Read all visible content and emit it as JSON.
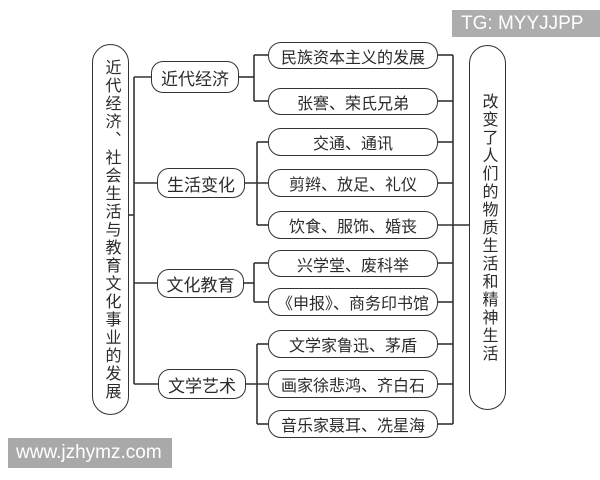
{
  "colors": {
    "bg": "#ffffff",
    "line": "#333333",
    "text": "#2b2b2b",
    "badge_bg": "#adadad",
    "watermark_bg": "#a9a9a9",
    "overlay_fg": "#ffffff"
  },
  "badge": {
    "label": "TG: MYYJJPP"
  },
  "watermark": {
    "label": "www.jzhymz.com"
  },
  "diagram": {
    "root": {
      "label": "近代经济、社会生活与教育文化事业的发展"
    },
    "conclusion": {
      "label": "改变了人们的物质生活和精神生活"
    },
    "groups": [
      {
        "label": "近代经济",
        "children": [
          "民族资本主义的发展",
          "张謇、荣氏兄弟"
        ]
      },
      {
        "label": "生活变化",
        "children": [
          "交通、通讯",
          "剪辫、放足、礼仪",
          "饮食、服饰、婚丧"
        ]
      },
      {
        "label": "文化教育",
        "children": [
          "兴学堂、废科举",
          "《申报》、商务印书馆"
        ]
      },
      {
        "label": "文学艺术",
        "children": [
          "文学家鲁迅、茅盾",
          "画家徐悲鸿、齐白石",
          "音乐家聂耳、冼星海"
        ]
      }
    ]
  }
}
